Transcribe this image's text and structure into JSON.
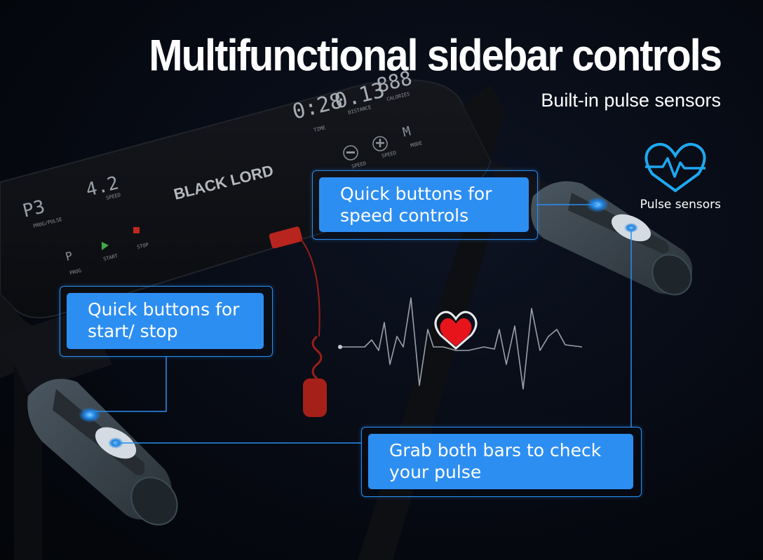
{
  "header": {
    "title": "Multifunctional sidebar controls",
    "subtitle": "Built-in pulse sensors"
  },
  "pulse_sensor": {
    "label": "Pulse sensors",
    "icon": "heart-pulse-icon",
    "color": "#1fa8f0"
  },
  "console": {
    "brand": "BLACK LORD",
    "displays": {
      "time_value": "0:28",
      "time_label": "TIME",
      "distance_value": "0.13",
      "distance_label": "DISTANCE",
      "calories_value": "888",
      "calories_label": "CALORIES",
      "prog_value": "P3",
      "prog_label": "PROG/PULSE",
      "speed_value": "4.2",
      "speed_label": "SPEED"
    },
    "buttons": {
      "speed_minus_label": "SPEED",
      "speed_plus_label": "SPEED",
      "mode_glyph": "M",
      "mode_label": "MODE",
      "prog_glyph": "P",
      "prog_label": "PROG",
      "start_label": "START",
      "stop_label": "STOP"
    }
  },
  "callouts": {
    "speed_controls": "Quick buttons for speed controls",
    "start_stop": "Quick buttons for start/ stop",
    "check_pulse": "Grab both bars to check your pulse"
  },
  "colors": {
    "accent": "#2d8ef2",
    "heart": "#e8141c",
    "background": "#05080f"
  }
}
